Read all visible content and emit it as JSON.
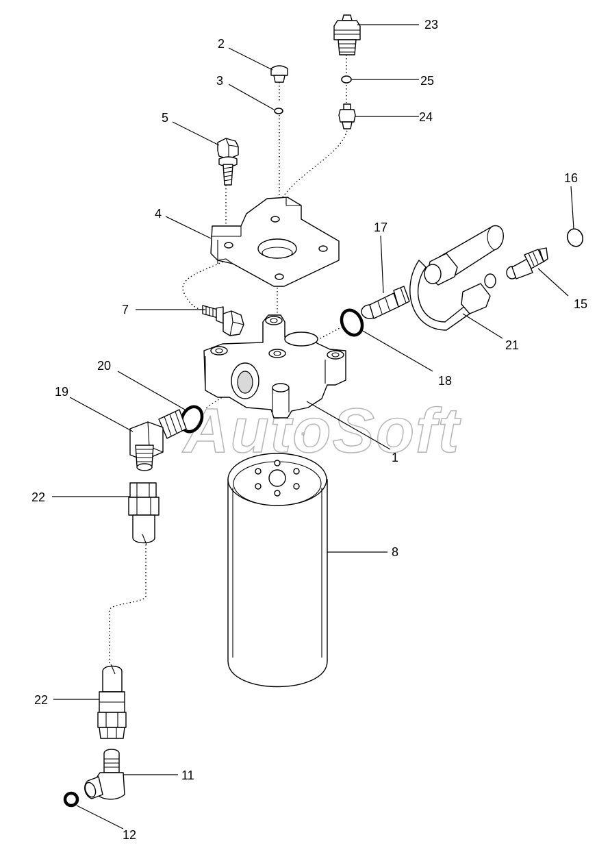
{
  "watermark": {
    "text": "AutoSoft",
    "small_text": "®"
  },
  "callouts": [
    {
      "id": "1",
      "label": "1"
    },
    {
      "id": "2",
      "label": "2"
    },
    {
      "id": "3",
      "label": "3"
    },
    {
      "id": "4",
      "label": "4"
    },
    {
      "id": "5",
      "label": "5"
    },
    {
      "id": "7",
      "label": "7"
    },
    {
      "id": "8",
      "label": "8"
    },
    {
      "id": "11",
      "label": "11"
    },
    {
      "id": "12",
      "label": "12"
    },
    {
      "id": "15",
      "label": "15"
    },
    {
      "id": "16",
      "label": "16"
    },
    {
      "id": "17",
      "label": "17"
    },
    {
      "id": "18",
      "label": "18"
    },
    {
      "id": "19",
      "label": "19"
    },
    {
      "id": "20",
      "label": "20"
    },
    {
      "id": "21",
      "label": "21"
    },
    {
      "id": "22a",
      "label": "22"
    },
    {
      "id": "22b",
      "label": "22"
    },
    {
      "id": "23",
      "label": "23"
    },
    {
      "id": "24",
      "label": "24"
    },
    {
      "id": "25",
      "label": "25"
    }
  ]
}
